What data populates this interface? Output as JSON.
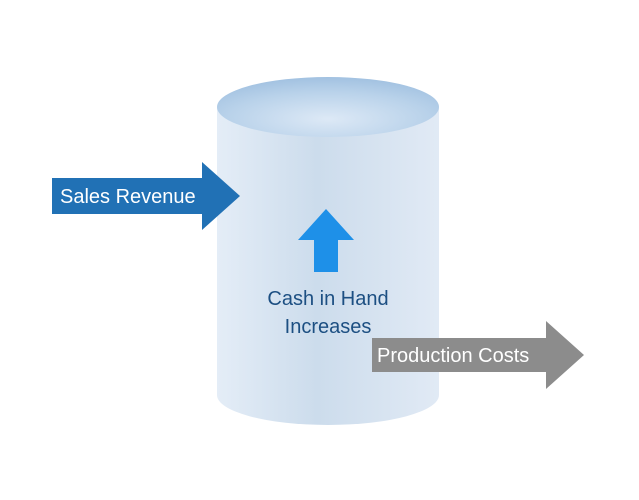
{
  "diagram": {
    "inflow": {
      "label": "Sales Revenue",
      "color": "#2171b5"
    },
    "outflow": {
      "label": "Production Costs",
      "color": "#8c8c8c"
    },
    "center": {
      "line1": "Cash in Hand",
      "line2": "Increases",
      "text_color": "#1c4f82",
      "arrow_color": "#1e90e8",
      "arrow_direction": "up"
    },
    "tank": {
      "body_color": "#dbe7f3",
      "top_color": "#a9c6e4"
    }
  }
}
